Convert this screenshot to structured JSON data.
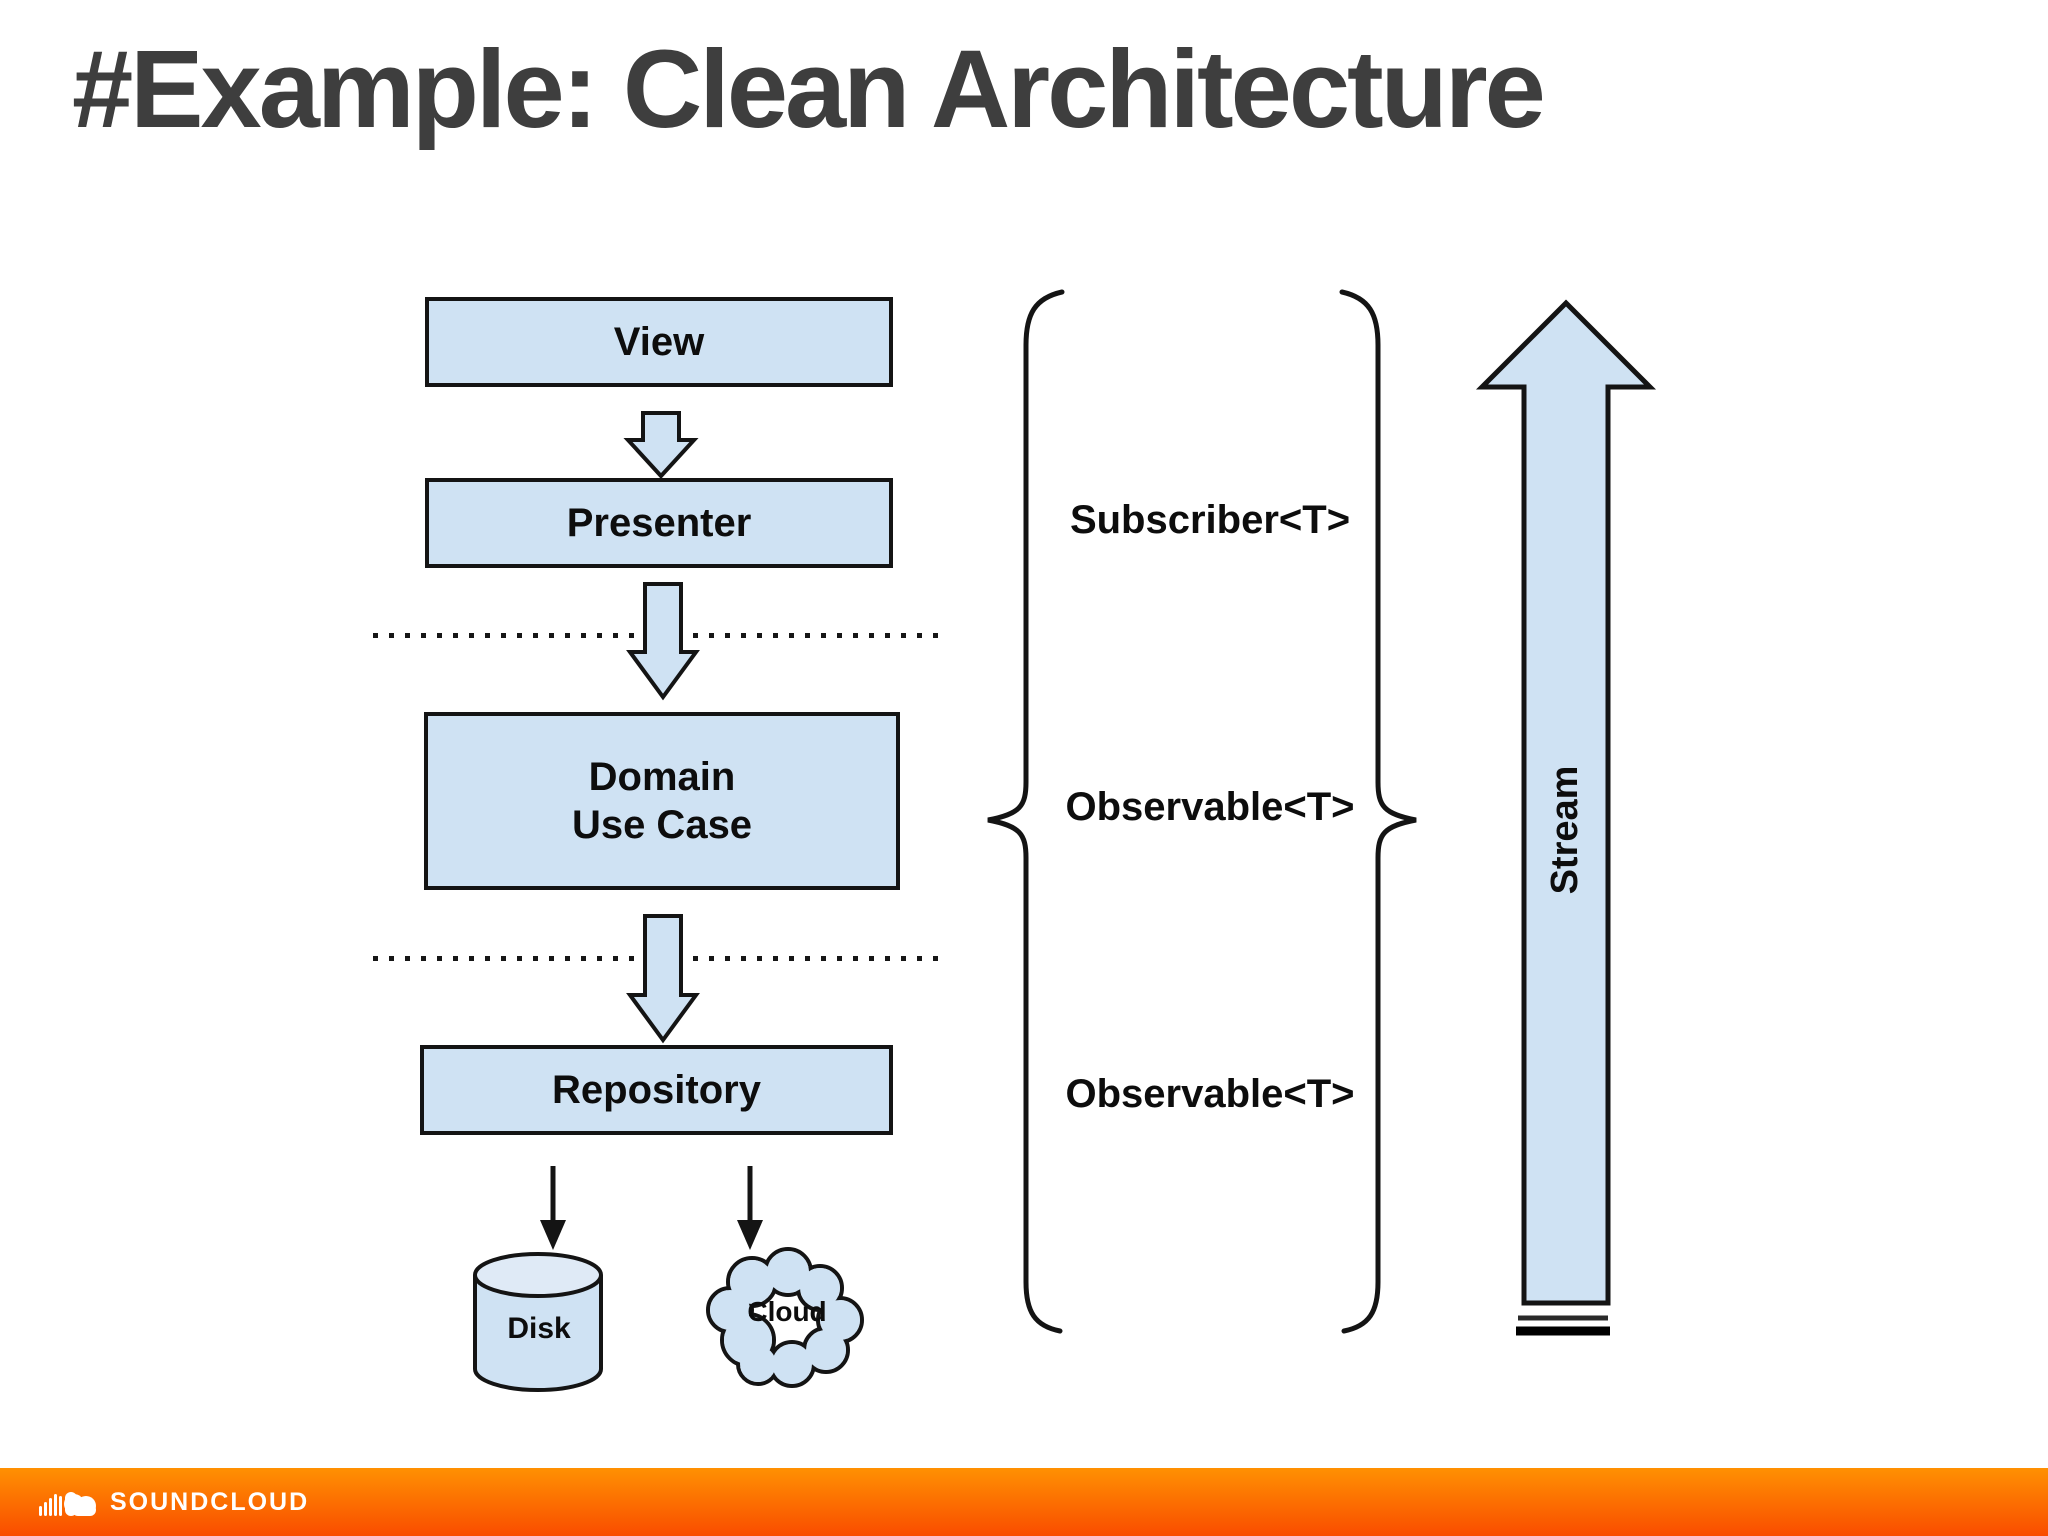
{
  "title": "#Example: Clean Architecture",
  "diagram": {
    "boxes": {
      "view": "View",
      "presenter": "Presenter",
      "domain_line1": "Domain",
      "domain_line2": "Use Case",
      "repository": "Repository"
    },
    "storage": {
      "disk": "Disk",
      "cloud": "Cloud"
    },
    "annotations": {
      "top": "Subscriber<T>",
      "middle": "Observable<T>",
      "bottom": "Observable<T>"
    },
    "stream": "Stream"
  },
  "footer": {
    "brand": "SOUNDCLOUD"
  },
  "colors": {
    "box_fill": "#cfe2f3",
    "outline": "#141414",
    "title": "#3e3e3e",
    "footer_top": "#ff9102",
    "footer_bottom": "#f94c00"
  }
}
